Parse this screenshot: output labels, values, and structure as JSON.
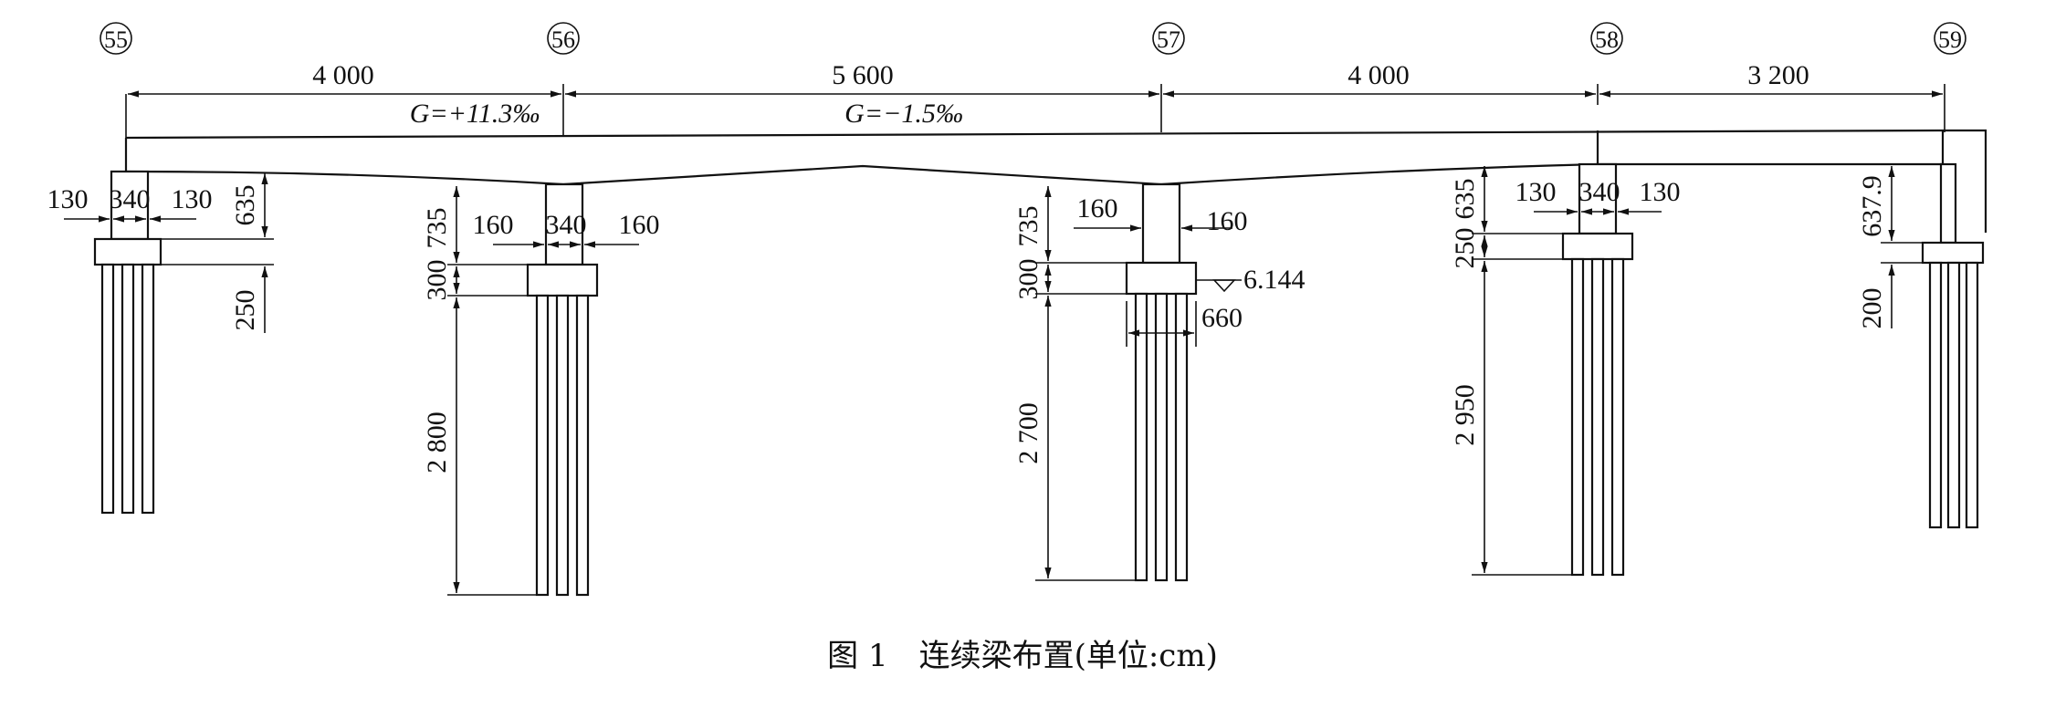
{
  "piers": [
    "55",
    "56",
    "57",
    "58",
    "59"
  ],
  "spans": [
    "4 000",
    "5 600",
    "4 000",
    "3 200"
  ],
  "gradients": [
    "G=+11.3‰",
    "G=−1.5‰"
  ],
  "pier55": {
    "left": "130",
    "col": "340",
    "right": "130",
    "h1": "635",
    "h2": "250"
  },
  "pier56": {
    "left": "160",
    "col": "340",
    "right": "160",
    "h1": "735",
    "h2": "300",
    "pile": "2 800"
  },
  "pier57": {
    "left": "160",
    "right": "160",
    "h1": "735",
    "h2": "300",
    "pile": "2 700",
    "elev": "6.144",
    "cap": "660"
  },
  "pier58": {
    "left": "130",
    "col": "340",
    "right": "130",
    "h1": "635",
    "h2": "250",
    "pile": "2 950"
  },
  "pier59": {
    "h1": "637.9",
    "h2": "200"
  },
  "caption": "图 1　连续梁布置(单位:cm)"
}
